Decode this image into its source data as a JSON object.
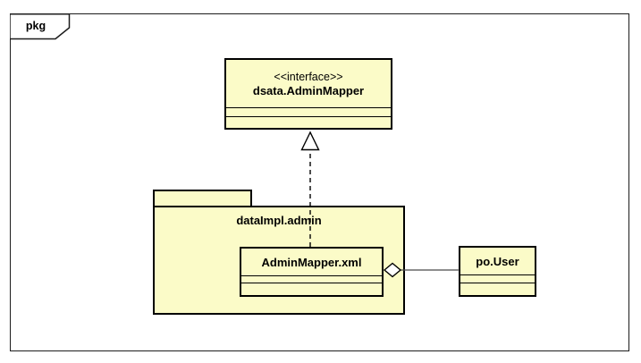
{
  "frame": {
    "tag": "pkg"
  },
  "nodes": {
    "interface": {
      "kind": "interface",
      "stereotype": "<<interface>>",
      "name": "dsata.AdminMapper"
    },
    "package": {
      "kind": "package",
      "name": "dataImpl.admin"
    },
    "class_xml": {
      "kind": "class",
      "name": "AdminMapper.xml",
      "container": "dataImpl.admin"
    },
    "class_user": {
      "kind": "class",
      "name": "po.User"
    }
  },
  "edges": [
    {
      "type": "realization",
      "from": "AdminMapper.xml",
      "to": "dsata.AdminMapper",
      "line": "dashed",
      "marker": "hollow-triangle"
    },
    {
      "type": "aggregation",
      "from": "AdminMapper.xml",
      "to": "po.User",
      "line": "solid",
      "marker": "hollow-diamond"
    }
  ],
  "colors": {
    "node_fill": "#FBFBC8",
    "border": "#000000",
    "background": "#FFFFFF"
  }
}
